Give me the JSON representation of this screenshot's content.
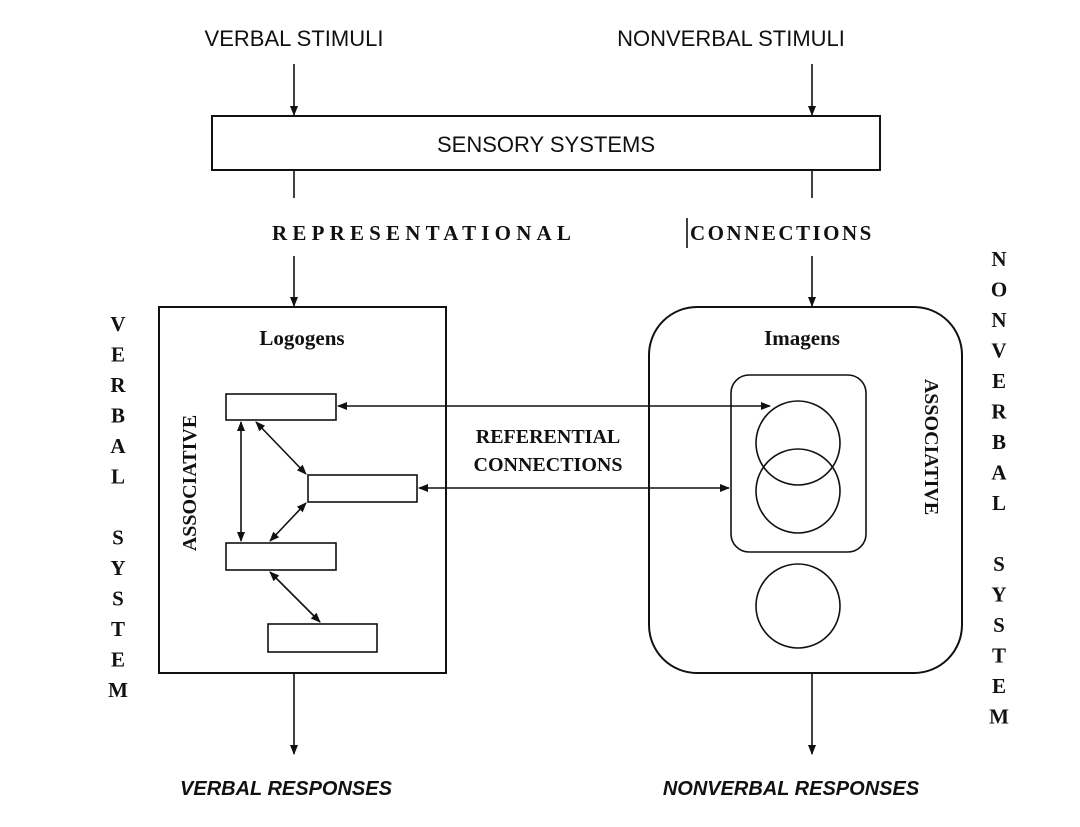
{
  "inputs": {
    "verbal_stimuli": "VERBAL STIMULI",
    "nonverbal_stimuli": "NONVERBAL STIMULI"
  },
  "sensory_systems": "SENSORY SYSTEMS",
  "representational_connections": {
    "left": "REPRESENTATIONAL",
    "right": "CONNECTIONS"
  },
  "verbal_system": {
    "side_label": [
      "V",
      "E",
      "R",
      "B",
      "A",
      "L",
      "",
      "S",
      "Y",
      "S",
      "T",
      "E",
      "M"
    ],
    "title": "Logogens",
    "associative_label": "ASSOCIATIVE",
    "logogen_count": 4
  },
  "nonverbal_system": {
    "side_label": [
      "N",
      "O",
      "N",
      "V",
      "E",
      "R",
      "B",
      "A",
      "L",
      "",
      "S",
      "Y",
      "S",
      "T",
      "E",
      "M"
    ],
    "title": "Imagens",
    "associative_label": "ASSOCIATIVE",
    "imagen_count": 3
  },
  "referential_connections": {
    "line1": "REFERENTIAL",
    "line2": "CONNECTIONS"
  },
  "outputs": {
    "verbal_responses": "VERBAL RESPONSES",
    "nonverbal_responses": "NONVERBAL RESPONSES"
  }
}
